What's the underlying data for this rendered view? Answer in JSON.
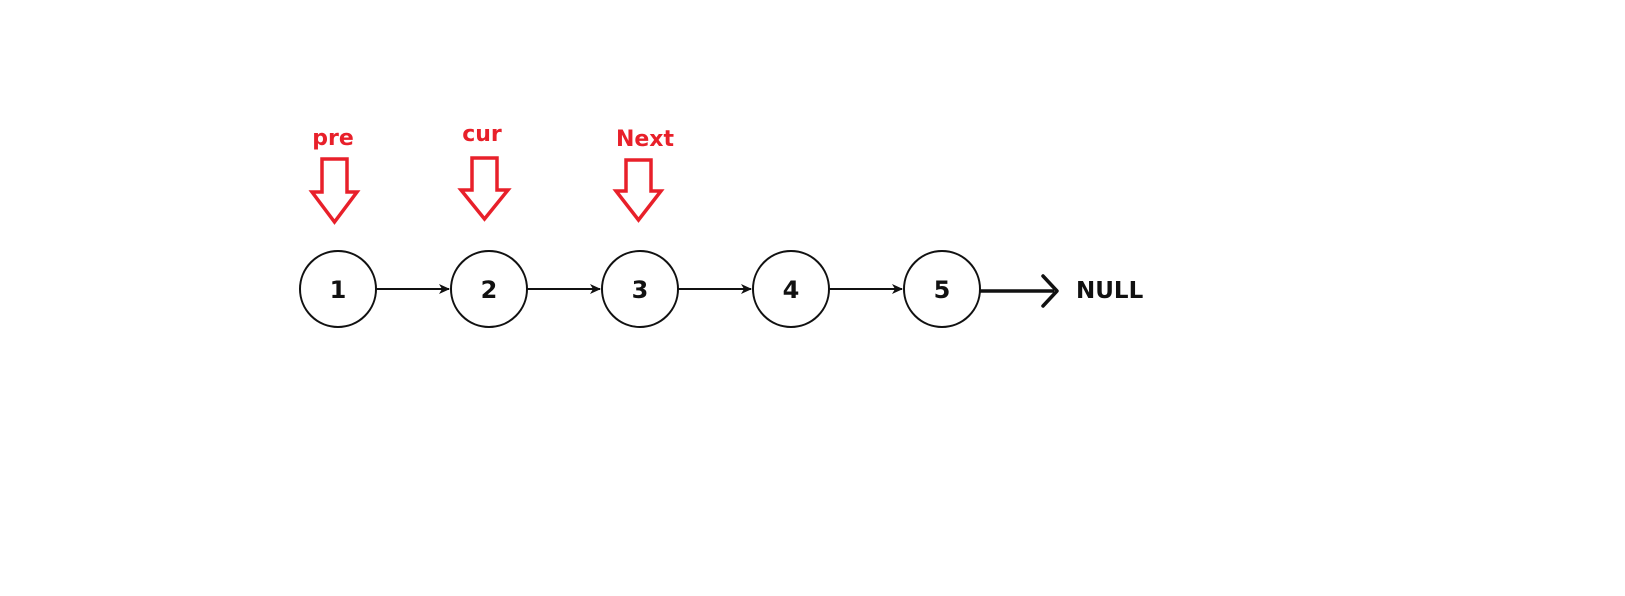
{
  "colors": {
    "pointer": "#e8202a",
    "stroke": "#111111"
  },
  "nodes": [
    {
      "label": "1"
    },
    {
      "label": "2"
    },
    {
      "label": "3"
    },
    {
      "label": "4"
    },
    {
      "label": "5"
    }
  ],
  "terminal": {
    "label": "NULL"
  },
  "pointers": [
    {
      "label": "pre",
      "target_node": 1
    },
    {
      "label": "cur",
      "target_node": 2
    },
    {
      "label": "Next",
      "target_node": 3
    }
  ]
}
